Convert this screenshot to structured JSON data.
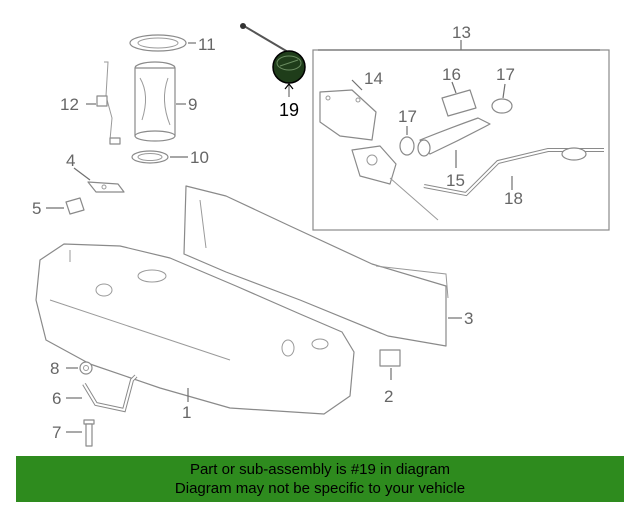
{
  "diagram": {
    "callouts": {
      "c1": "1",
      "c2": "2",
      "c3": "3",
      "c4": "4",
      "c5": "5",
      "c6": "6",
      "c7": "7",
      "c8": "8",
      "c9": "9",
      "c10": "10",
      "c11": "11",
      "c12": "12",
      "c13": "13",
      "c14": "14",
      "c15": "15",
      "c16": "16",
      "c17a": "17",
      "c17b": "17",
      "c18": "18",
      "c19": "19"
    },
    "highlight_part": "19",
    "colors": {
      "highlight_fill": "#1f3d1a",
      "line": "#8a8a8a",
      "banner": "#2e8b1e"
    }
  },
  "banner": {
    "line1": "Part or sub-assembly is #19 in diagram",
    "line2": "Diagram may not be specific to your vehicle"
  }
}
